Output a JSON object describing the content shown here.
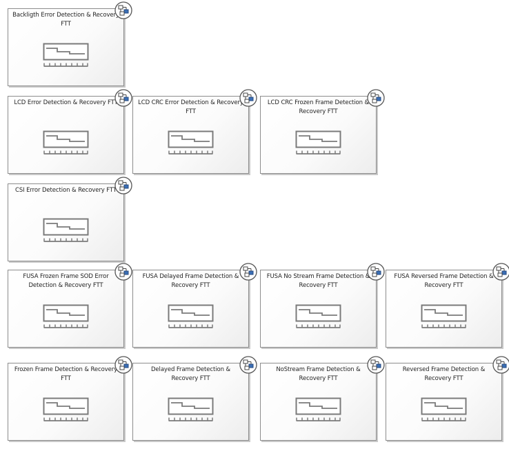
{
  "diagram": {
    "elements": [
      {
        "title": "Backligth Error Detection & Recovery FTT",
        "icon": "timeline-icon",
        "badge": "composite-element-icon"
      },
      {
        "title": "LCD Error Detection & Recovery FTT",
        "icon": "timeline-icon",
        "badge": "composite-element-icon"
      },
      {
        "title": "LCD CRC Error Detection & Recovery FTT",
        "icon": "timeline-icon",
        "badge": "composite-element-icon"
      },
      {
        "title": "LCD CRC Frozen Frame Detection & Recovery FTT",
        "icon": "timeline-icon",
        "badge": "composite-element-icon"
      },
      {
        "title": "CSI Error Detection & Recovery FTT",
        "icon": "timeline-icon",
        "badge": "composite-element-icon"
      },
      {
        "title": "FUSA Frozen Frame SOD Error Detection & Recovery FTT",
        "icon": "timeline-icon",
        "badge": "composite-element-icon"
      },
      {
        "title": "FUSA Delayed Frame Detection & Recovery FTT",
        "icon": "timeline-icon",
        "badge": "composite-element-icon"
      },
      {
        "title": "FUSA No Stream Frame Detection & Recovery FTT",
        "icon": "timeline-icon",
        "badge": "composite-element-icon"
      },
      {
        "title": "FUSA Reversed Frame Detection & Recovery FTT",
        "icon": "timeline-icon",
        "badge": "composite-element-icon"
      },
      {
        "title": "Frozen Frame Detection & Recovery FTT",
        "icon": "timeline-icon",
        "badge": "composite-element-icon"
      },
      {
        "title": "Delayed Frame Detection & Recovery FTT",
        "icon": "timeline-icon",
        "badge": "composite-element-icon"
      },
      {
        "title": "NoStream Frame Detection & Recovery FTT",
        "icon": "timeline-icon",
        "badge": "composite-element-icon"
      },
      {
        "title": "Reversed Frame Detection & Recovery FTT",
        "icon": "timeline-icon",
        "badge": "composite-element-icon"
      }
    ]
  },
  "colors": {
    "border": "#8c8c8c",
    "icon_stroke": "#7a7a7a",
    "badge_blue": "#3b6fb6"
  }
}
